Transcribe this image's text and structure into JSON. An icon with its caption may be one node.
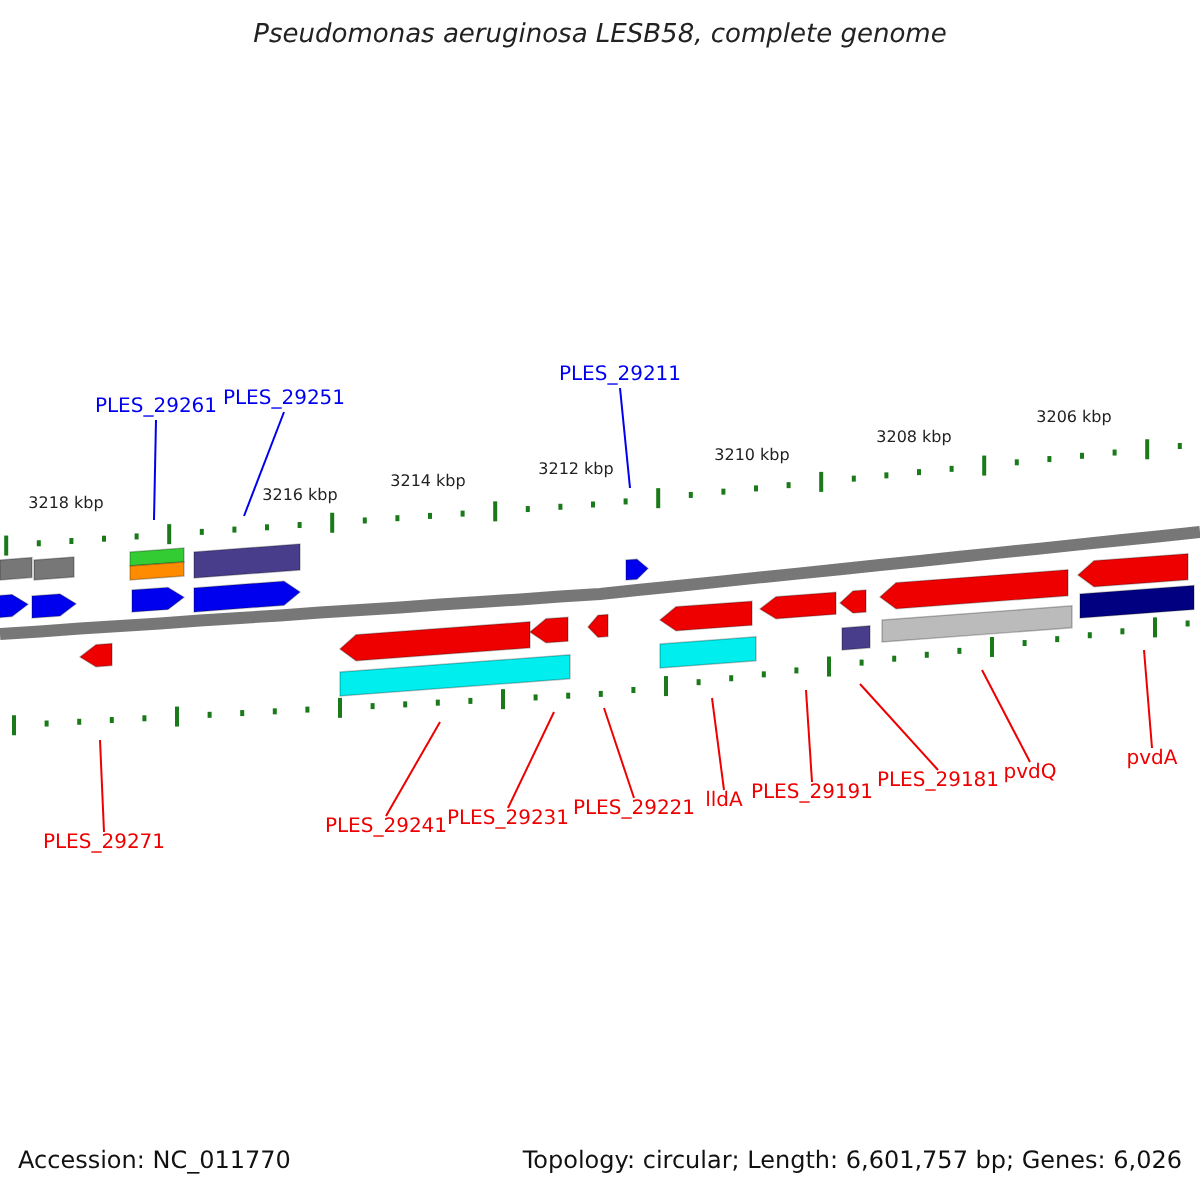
{
  "diagram": {
    "title": "Pseudomonas aeruginosa LESB58, complete genome",
    "nodes": [
      {
        "text": [
          "PLES_29261"
        ]
      },
      {
        "text": [
          "PLES_29251"
        ]
      },
      {
        "text": [
          "PLES_29211"
        ]
      },
      {
        "text": [
          "PLES_29271"
        ]
      },
      {
        "text": [
          "PLES_29241"
        ]
      },
      {
        "text": [
          "PLES_29231"
        ]
      },
      {
        "text": [
          "PLES_29221"
        ]
      },
      {
        "text": [
          "lldA"
        ]
      },
      {
        "text": [
          "PLES_29191"
        ]
      },
      {
        "text": [
          "PLES_29181"
        ]
      },
      {
        "text": [
          "pvdQ"
        ]
      },
      {
        "text": [
          "pvdA"
        ]
      }
    ],
    "edges": [
      {
        "from": 0,
        "to": null,
        "arrow": "none",
        "color": "#0000ee"
      },
      {
        "from": 1,
        "to": null,
        "arrow": "none",
        "color": "#0000ee"
      },
      {
        "from": 2,
        "to": null,
        "arrow": "none",
        "color": "#0000ee"
      },
      {
        "from": 3,
        "to": null,
        "arrow": "none"
      },
      {
        "from": 4,
        "to": null,
        "arrow": "none"
      },
      {
        "from": 5,
        "to": null,
        "arrow": "none"
      },
      {
        "from": 6,
        "to": null,
        "arrow": "none"
      },
      {
        "from": 7,
        "to": null,
        "arrow": "none"
      },
      {
        "from": 8,
        "to": null,
        "arrow": "none"
      },
      {
        "from": 9,
        "to": null,
        "arrow": "none"
      },
      {
        "from": 10,
        "to": null,
        "arrow": "none"
      },
      {
        "from": 11,
        "to": null,
        "arrow": "none"
      }
    ],
    "labels": [
      "3218 kbp",
      "3216 kbp",
      "3214 kbp",
      "3212 kbp",
      "3210 kbp",
      "3208 kbp",
      "3206 kbp",
      "Accession: NC_011770",
      "Topology: circular; Length: 6,601,757 bp; Genes: 6,026"
    ]
  }
}
